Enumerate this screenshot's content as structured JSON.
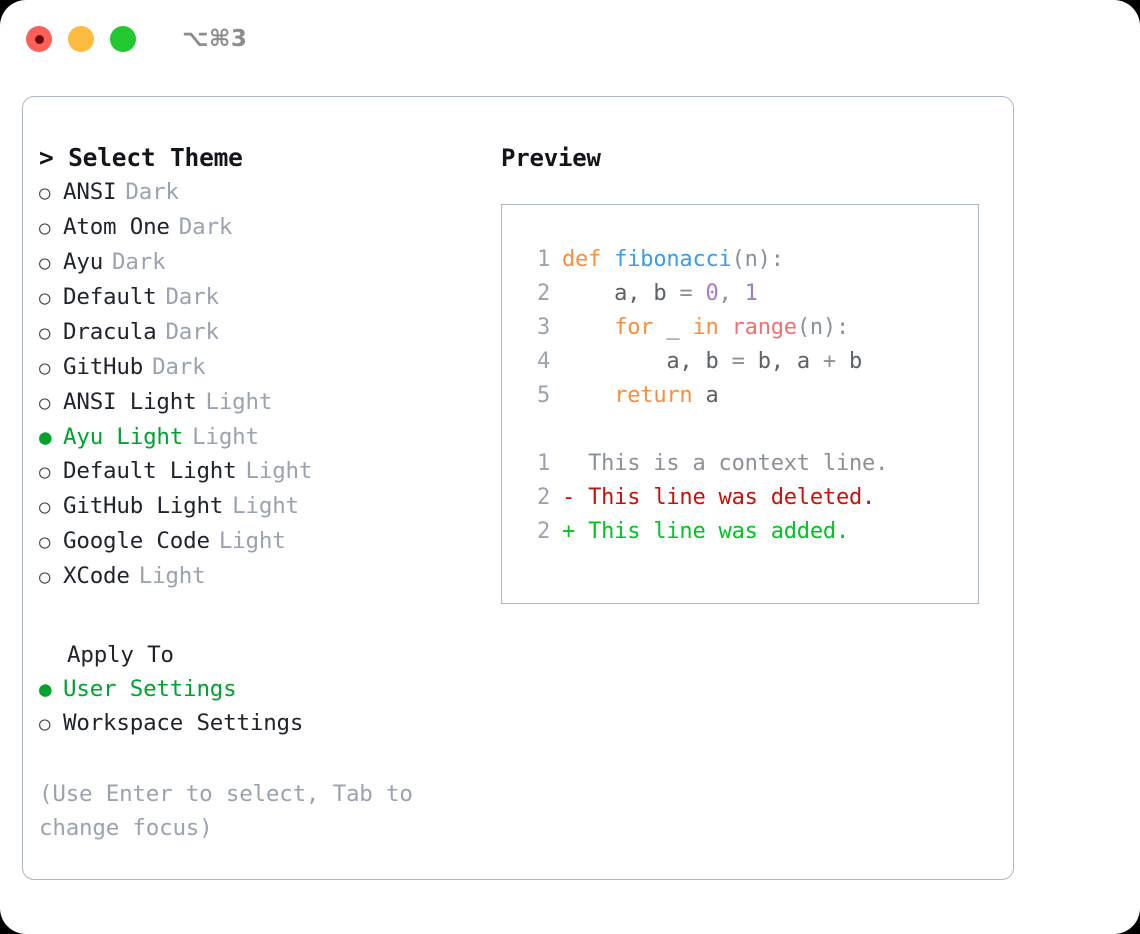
{
  "titlebar": {
    "shortcut": "⌥⌘3",
    "buttons": [
      {
        "name": "close",
        "color": "#fc6058"
      },
      {
        "name": "minimize",
        "color": "#fdbc40"
      },
      {
        "name": "maximize",
        "color": "#23c831"
      }
    ]
  },
  "theme_list": {
    "heading_caret": ">",
    "heading": "Select Theme",
    "bullet_unselected": "○",
    "bullet_selected": "●",
    "selected_color": "#00a32e",
    "items": [
      {
        "label": "ANSI",
        "kind": "Dark",
        "selected": false
      },
      {
        "label": "Atom One",
        "kind": "Dark",
        "selected": false
      },
      {
        "label": "Ayu",
        "kind": "Dark",
        "selected": false
      },
      {
        "label": "Default",
        "kind": "Dark",
        "selected": false
      },
      {
        "label": "Dracula",
        "kind": "Dark",
        "selected": false
      },
      {
        "label": "GitHub",
        "kind": "Dark",
        "selected": false
      },
      {
        "label": "ANSI Light",
        "kind": "Light",
        "selected": false
      },
      {
        "label": "Ayu Light",
        "kind": "Light",
        "selected": true
      },
      {
        "label": "Default Light",
        "kind": "Light",
        "selected": false
      },
      {
        "label": "GitHub Light",
        "kind": "Light",
        "selected": false
      },
      {
        "label": "Google Code",
        "kind": "Light",
        "selected": false
      },
      {
        "label": "XCode",
        "kind": "Light",
        "selected": false
      }
    ]
  },
  "apply_to": {
    "heading": "Apply To",
    "items": [
      {
        "label": "User Settings",
        "selected": true
      },
      {
        "label": "Workspace Settings",
        "selected": false
      }
    ]
  },
  "hint": "(Use Enter to select, Tab to change focus)",
  "preview": {
    "title": "Preview",
    "code_lines": [
      {
        "number": "1",
        "tokens": [
          {
            "text": "def ",
            "type": "kw"
          },
          {
            "text": "fibonacci",
            "type": "fn"
          },
          {
            "text": "(n):",
            "type": "punct"
          }
        ]
      },
      {
        "number": "2",
        "tokens": [
          {
            "text": "    a, b ",
            "type": "var"
          },
          {
            "text": "= ",
            "type": "punct"
          },
          {
            "text": "0",
            "type": "num"
          },
          {
            "text": ", ",
            "type": "punct"
          },
          {
            "text": "1",
            "type": "num"
          }
        ]
      },
      {
        "number": "3",
        "tokens": [
          {
            "text": "    ",
            "type": "var"
          },
          {
            "text": "for ",
            "type": "kw"
          },
          {
            "text": "_ ",
            "type": "var"
          },
          {
            "text": "in ",
            "type": "kw"
          },
          {
            "text": "range",
            "type": "call"
          },
          {
            "text": "(n):",
            "type": "punct"
          }
        ]
      },
      {
        "number": "4",
        "tokens": [
          {
            "text": "        a, b ",
            "type": "var"
          },
          {
            "text": "= ",
            "type": "punct"
          },
          {
            "text": "b, a ",
            "type": "var"
          },
          {
            "text": "+ ",
            "type": "punct"
          },
          {
            "text": "b",
            "type": "var"
          }
        ]
      },
      {
        "number": "5",
        "tokens": [
          {
            "text": "    ",
            "type": "var"
          },
          {
            "text": "return ",
            "type": "kw"
          },
          {
            "text": "a",
            "type": "var"
          }
        ]
      }
    ],
    "diff_lines": [
      {
        "number": "1",
        "marker": " ",
        "text": " This is a context line.",
        "type": "ctx"
      },
      {
        "number": "2",
        "marker": "-",
        "text": " This line was deleted.",
        "type": "del"
      },
      {
        "number": "2",
        "marker": "+",
        "text": " This line was added.",
        "type": "add"
      }
    ]
  }
}
